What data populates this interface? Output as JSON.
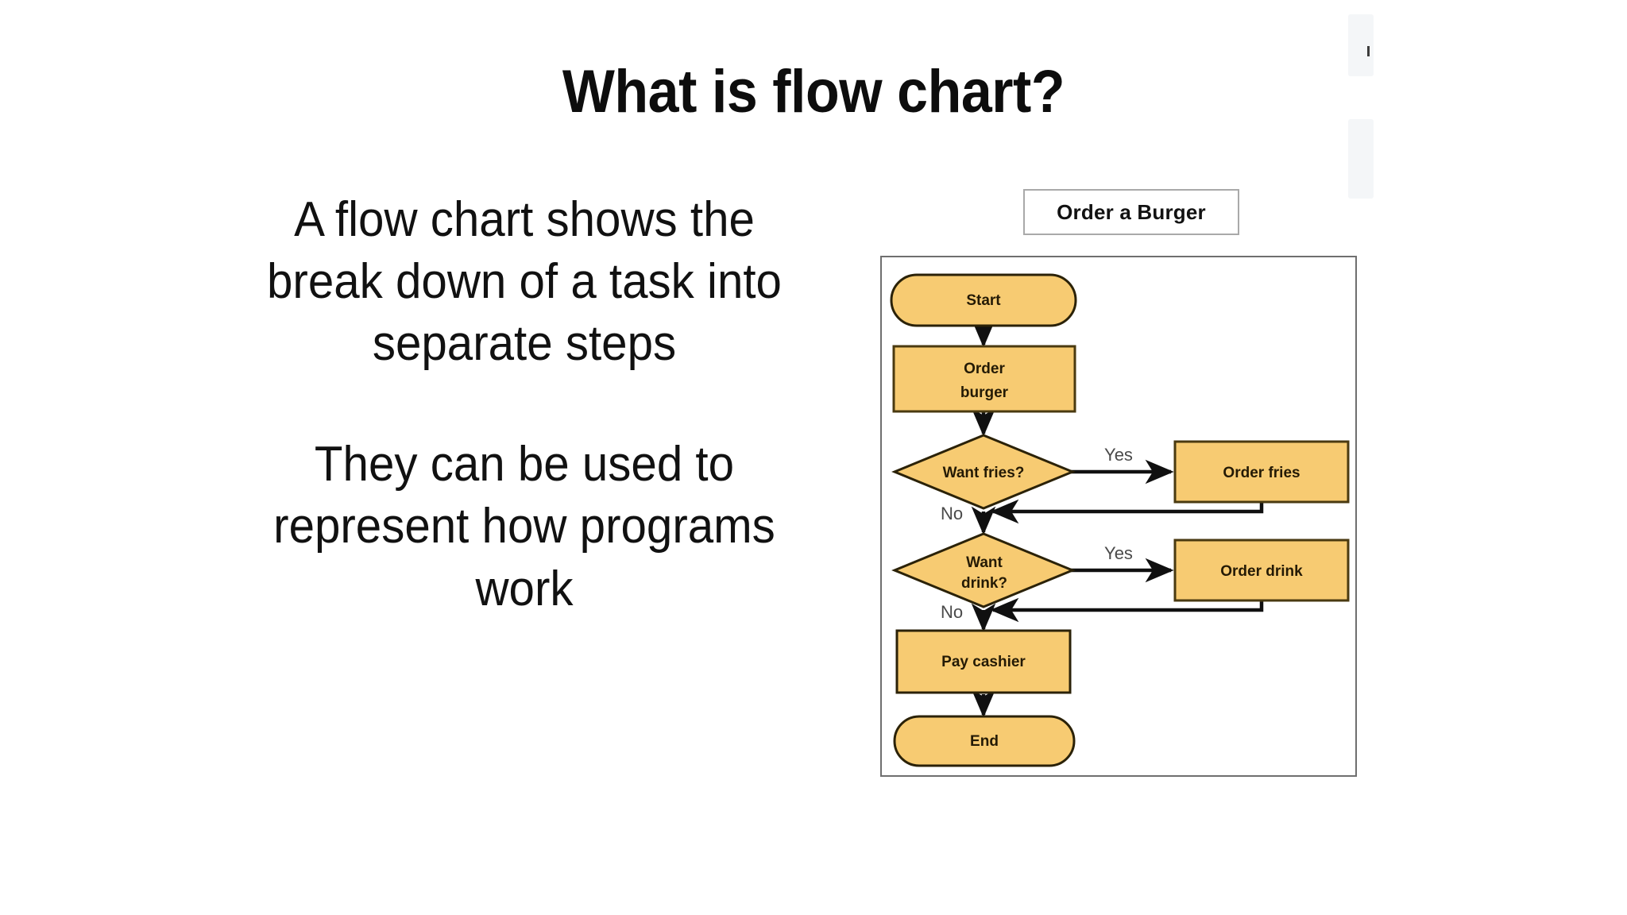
{
  "slide": {
    "title": "What is flow chart?",
    "paragraphs": [
      "A flow chart shows the break down of a task into separate steps",
      "They can be used to represent how programs work"
    ]
  },
  "flowchart": {
    "caption": "Order a Burger",
    "colors": {
      "node_fill": "#f7cb72",
      "node_border": "#4a3a10",
      "frame_border": "#6f6f6f",
      "connector": "#101010",
      "label_text": "#4a4a4a",
      "node_text": "#241a05"
    },
    "nodes": [
      {
        "id": "start",
        "shape": "terminator",
        "label": "Start"
      },
      {
        "id": "order-burger",
        "shape": "process",
        "label": "Order burger",
        "line1": "Order",
        "line2": "burger"
      },
      {
        "id": "want-fries",
        "shape": "decision",
        "label": "Want fries?",
        "line1": "Want fries?",
        "line2": ""
      },
      {
        "id": "order-fries",
        "shape": "process",
        "label": "Order fries"
      },
      {
        "id": "want-drink",
        "shape": "decision",
        "label": "Want drink?",
        "line1": "Want",
        "line2": "drink?"
      },
      {
        "id": "order-drink",
        "shape": "process",
        "label": "Order drink"
      },
      {
        "id": "pay-cashier",
        "shape": "process",
        "label": "Pay cashier"
      },
      {
        "id": "end",
        "shape": "terminator",
        "label": "End"
      }
    ],
    "edge_labels": {
      "fries_yes": "Yes",
      "fries_no": "No",
      "drink_yes": "Yes",
      "drink_no": "No"
    },
    "edges": [
      {
        "from": "start",
        "to": "order-burger",
        "label": ""
      },
      {
        "from": "order-burger",
        "to": "want-fries",
        "label": ""
      },
      {
        "from": "want-fries",
        "to": "order-fries",
        "label": "Yes"
      },
      {
        "from": "want-fries",
        "to": "want-drink",
        "label": "No"
      },
      {
        "from": "order-fries",
        "to": "want-drink",
        "label": ""
      },
      {
        "from": "want-drink",
        "to": "order-drink",
        "label": "Yes"
      },
      {
        "from": "want-drink",
        "to": "pay-cashier",
        "label": "No"
      },
      {
        "from": "order-drink",
        "to": "pay-cashier",
        "label": ""
      },
      {
        "from": "pay-cashier",
        "to": "end",
        "label": ""
      }
    ]
  }
}
